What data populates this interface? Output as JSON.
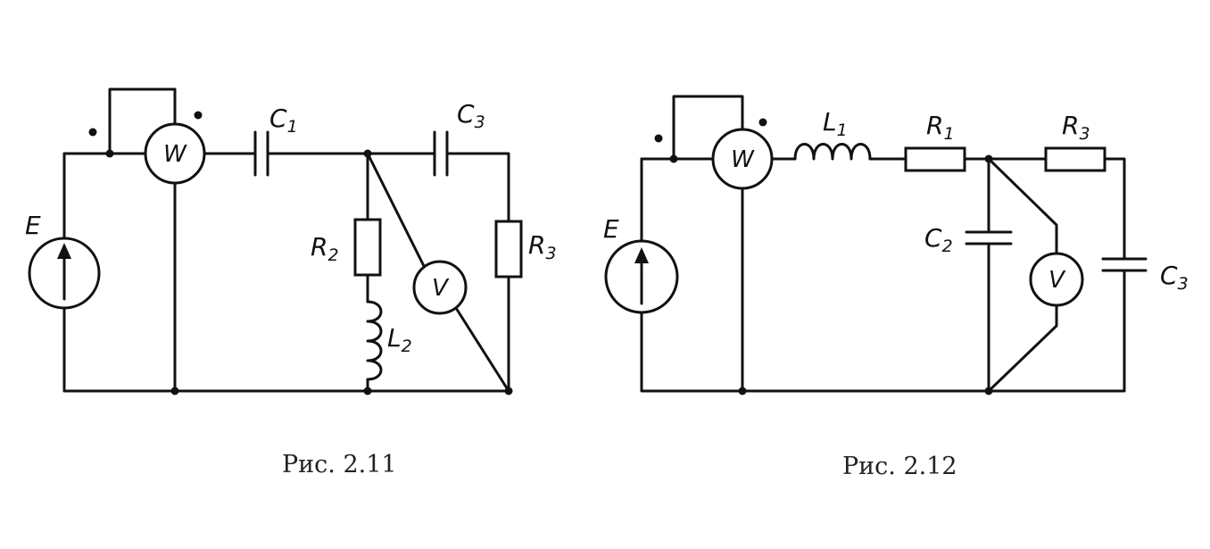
{
  "figures": [
    {
      "caption": "Рис. 2.11",
      "labels": {
        "E": "E",
        "W": "W",
        "V": "V",
        "C1": {
          "main": "C",
          "sub": "1"
        },
        "C3": {
          "main": "C",
          "sub": "3"
        },
        "R2": {
          "main": "R",
          "sub": "2"
        },
        "L2": {
          "main": "L",
          "sub": "2"
        },
        "R3": {
          "main": "R",
          "sub": "3"
        }
      }
    },
    {
      "caption": "Рис. 2.12",
      "labels": {
        "E": "E",
        "W": "W",
        "V": "V",
        "L1": {
          "main": "L",
          "sub": "1"
        },
        "R1": {
          "main": "R",
          "sub": "1"
        },
        "R3": {
          "main": "R",
          "sub": "3"
        },
        "C2": {
          "main": "C",
          "sub": "2"
        },
        "C3": {
          "main": "C",
          "sub": "3"
        }
      }
    }
  ]
}
